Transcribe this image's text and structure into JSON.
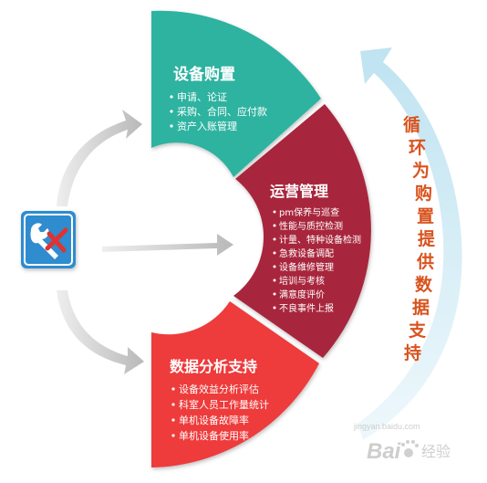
{
  "segments": [
    {
      "title": "设备购置",
      "color": "#2fb3a0",
      "items": [
        "申请、论证",
        "采购、合同、应付款",
        "资产入账管理"
      ]
    },
    {
      "title": "运营管理",
      "color": "#a8283c",
      "items": [
        "pm保养与巡查",
        "性能与质控检测",
        "计量、特种设备检测",
        "急救设备调配",
        "设备维修管理",
        "培训与考核",
        "满意度评价",
        "不良事件上报"
      ]
    },
    {
      "title": "数据分析支持",
      "color": "#ee3a3a",
      "items": [
        "设备效益分析评估",
        "科室人员工作量统计",
        "单机设备故障率",
        "单机设备使用率"
      ]
    }
  ],
  "cycle_label": [
    "循",
    "环",
    "为",
    "购",
    "置",
    "提",
    "供",
    "数",
    "据",
    "支",
    "持"
  ],
  "colors": {
    "cycle_arrow": "#cfe9f4",
    "cycle_text": "#d9531e",
    "gray_arrow": "#c8c8c8",
    "icon_bg": "#2d8ccf",
    "icon_cross": "#e03030"
  },
  "icons": {
    "center": "wrench-screwdriver-icon"
  },
  "watermark": {
    "brand": "Bai",
    "suffix": "经验",
    "url": "jingyan.baidu.com"
  }
}
